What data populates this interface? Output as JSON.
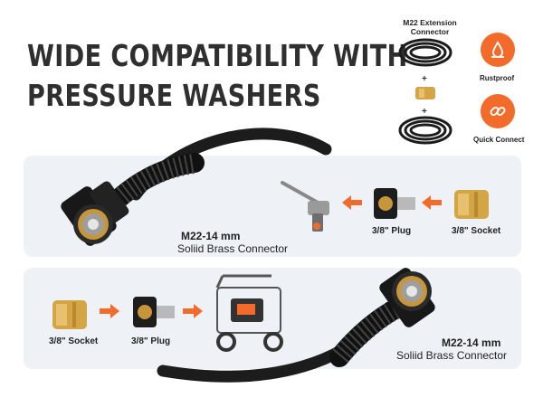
{
  "headline": {
    "line1": "WIDE COMPATIBILITY WITH",
    "line2": "PRESSURE WASHERS"
  },
  "kit": {
    "title": "M22 Extension Connector",
    "plus1": "+",
    "plus2": "+"
  },
  "features": [
    {
      "label": "Rustproof",
      "icon": "water-drop-icon"
    },
    {
      "label": "Quick Connect",
      "icon": "link-icon"
    }
  ],
  "top_panel": {
    "connector_title": "M22-14 mm",
    "connector_sub": "Soliid Brass Connector",
    "plug_label": "3/8\" Plug",
    "socket_label": "3/8\" Socket"
  },
  "bottom_panel": {
    "socket_label": "3/8\" Socket",
    "plug_label": "3/8\" Plug",
    "connector_title": "M22-14 mm",
    "connector_sub": "Soliid Brass Connector"
  },
  "colors": {
    "accent": "#f26b2a",
    "panel": "#eef1f6",
    "brass": "#d4a545",
    "hose": "#1c1c1c"
  }
}
